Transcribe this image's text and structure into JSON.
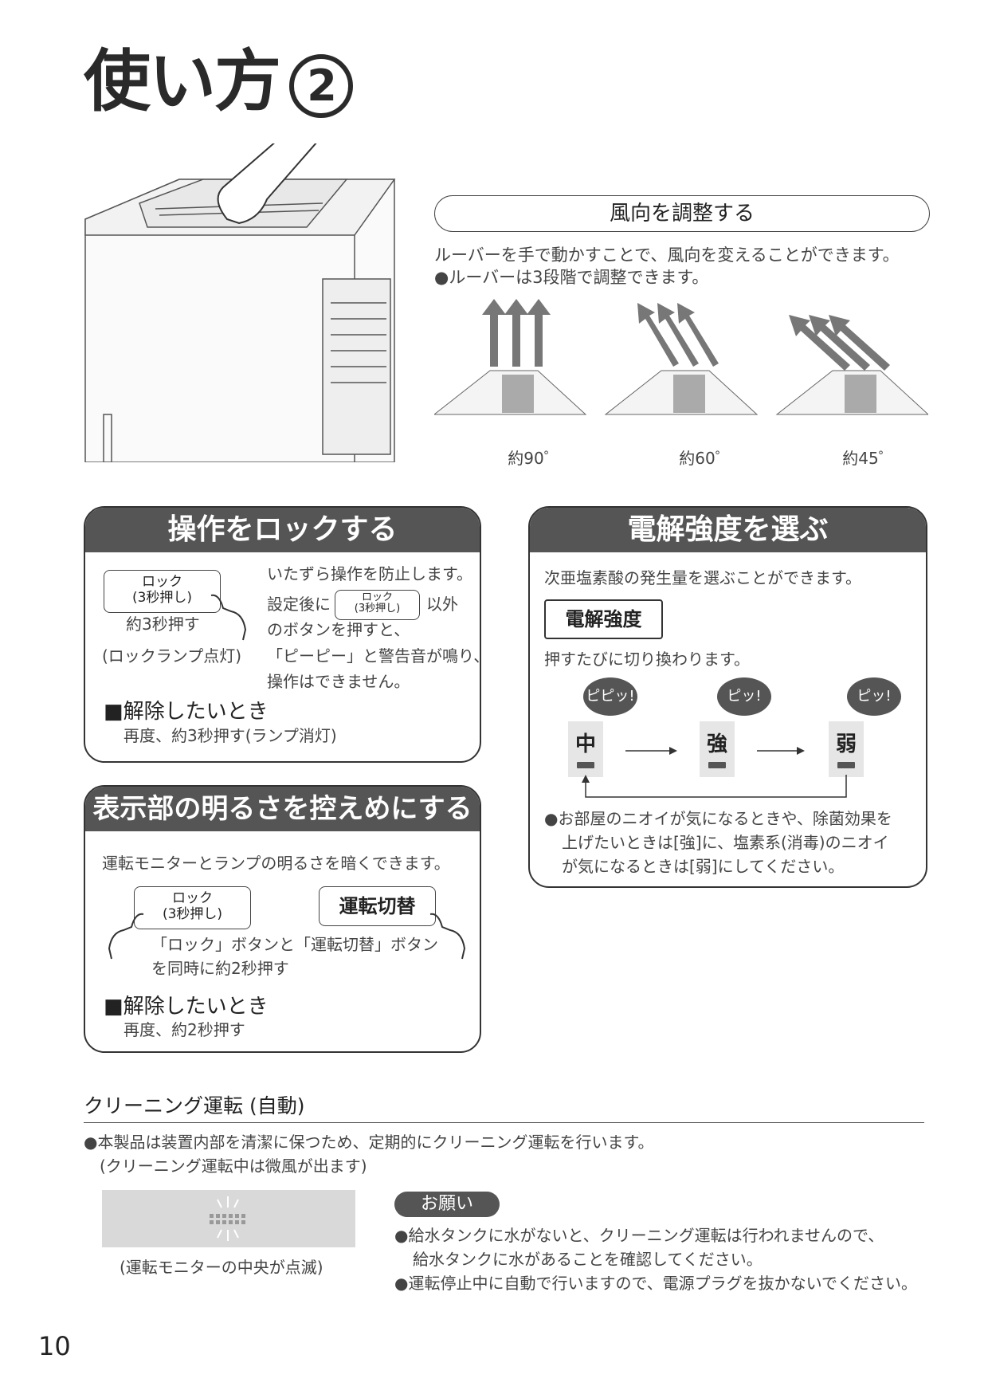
{
  "page": {
    "title": "使い方",
    "title_number": "2",
    "page_number": "10"
  },
  "wind": {
    "heading": "風向を調整する",
    "desc": "ルーバーを手で動かすことで、風向を変えることができます。",
    "bullet": "●ルーバーは3段階で調整できます。",
    "angles": [
      "約90゜",
      "約60゜",
      "約45゜"
    ]
  },
  "lock": {
    "heading": "操作をロックする",
    "button_line1": "ロック",
    "button_line2": "(3秒押し)",
    "press": "約3秒押す",
    "lamp": "(ロックランプ点灯)",
    "desc1": "いたずら操作を防止します。",
    "desc2a": "設定後に",
    "desc2b": "以外",
    "desc3": "のボタンを押すと、",
    "desc4": "「ピーピー」と警告音が鳴り、",
    "desc5": "操作はできません。",
    "release_title": "■解除したいとき",
    "release_text": "再度、約3秒押す(ランプ消灯)"
  },
  "brightness": {
    "heading": "表示部の明るさを控えめにする",
    "desc": "運転モニターとランプの明るさを暗くできます。",
    "lock_line1": "ロック",
    "lock_line2": "(3秒押し)",
    "mode_button": "運転切替",
    "instr1": "「ロック」ボタンと「運転切替」ボタン",
    "instr2": "を同時に約2秒押す",
    "release_title": "■解除したいとき",
    "release_text": "再度、約2秒押す"
  },
  "electrolysis": {
    "heading": "電解強度を選ぶ",
    "desc": "次亜塩素酸の発生量を選ぶことができます。",
    "button": "電解強度",
    "switch": "押すたびに切り換わります。",
    "modes": [
      {
        "bubble": "ピピッ!",
        "label": "中"
      },
      {
        "bubble": "ピッ!",
        "label": "強"
      },
      {
        "bubble": "ピッ!",
        "label": "弱"
      }
    ],
    "note1": "●お部屋のニオイが気になるときや、除菌効果を",
    "note2": "上げたいときは[強]に、塩素系(消毒)のニオイ",
    "note3": "が気になるときは[弱]にしてください。"
  },
  "cleaning": {
    "heading": "クリーニング運転 (自動)",
    "line1": "●本製品は装置内部を清潔に保つため、定期的にクリーニング運転を行います。",
    "line2": "(クリーニング運転中は微風が出ます)",
    "monitor_caption": "(運転モニターの中央が点滅)",
    "request_badge": "お願い",
    "req1": "●給水タンクに水がないと、クリーニング運転は行われませんので、",
    "req2": "給水タンクに水があることを確認してください。",
    "req3": "●運転停止中に自動で行いますので、電源プラグを抜かないでください。"
  },
  "colors": {
    "panel_header": "#555555",
    "text": "#333333",
    "monitor_bg": "#d9d9d9"
  }
}
